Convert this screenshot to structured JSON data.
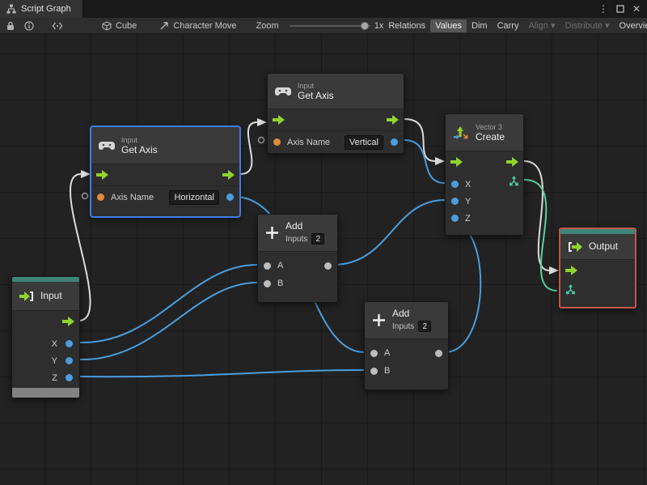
{
  "window": {
    "tab_title": "Script Graph",
    "controls": {
      "menu": "⋮",
      "close": "✕"
    }
  },
  "toolbar": {
    "breadcrumb_machine": "Cube",
    "breadcrumb_graph": "Character Move",
    "zoom_label": "Zoom",
    "zoom_value": "1x",
    "buttons": {
      "relations": "Relations",
      "values": "Values",
      "dim": "Dim",
      "carry": "Carry",
      "align": "Align ▾",
      "distribute": "Distribute ▾",
      "overview": "Overview"
    }
  },
  "graph": {
    "nodes": {
      "get_axis_vertical": {
        "kind": "Input",
        "title": "Get Axis",
        "port_label": "Axis Name",
        "value": "Vertical"
      },
      "get_axis_horizontal": {
        "kind": "Input",
        "title": "Get Axis",
        "port_label": "Axis Name",
        "value": "Horizontal",
        "selected": true
      },
      "add_top": {
        "title": "Add",
        "inputs_label": "Inputs",
        "inputs_count": "2",
        "port_a": "A",
        "port_b": "B"
      },
      "add_bottom": {
        "title": "Add",
        "inputs_label": "Inputs",
        "inputs_count": "2",
        "port_a": "A",
        "port_b": "B"
      },
      "vector3_create": {
        "kind": "Vector 3",
        "title": "Create",
        "port_x": "X",
        "port_y": "Y",
        "port_z": "Z"
      },
      "graph_input": {
        "title": "Input",
        "port_x": "X",
        "port_y": "Y",
        "port_z": "Z"
      },
      "graph_output": {
        "title": "Output"
      }
    },
    "colors": {
      "selection_blue": "#3e7de0",
      "selection_red": "#c4554a",
      "wire_control": "#dcdcdc",
      "wire_data": "#4a9ede",
      "wire_vector": "#5ecfa0",
      "port_control_green": "#8fd42f",
      "port_orange": "#e08a3c",
      "port_blue": "#4a9ede",
      "teal_header": "#3e8577"
    }
  }
}
